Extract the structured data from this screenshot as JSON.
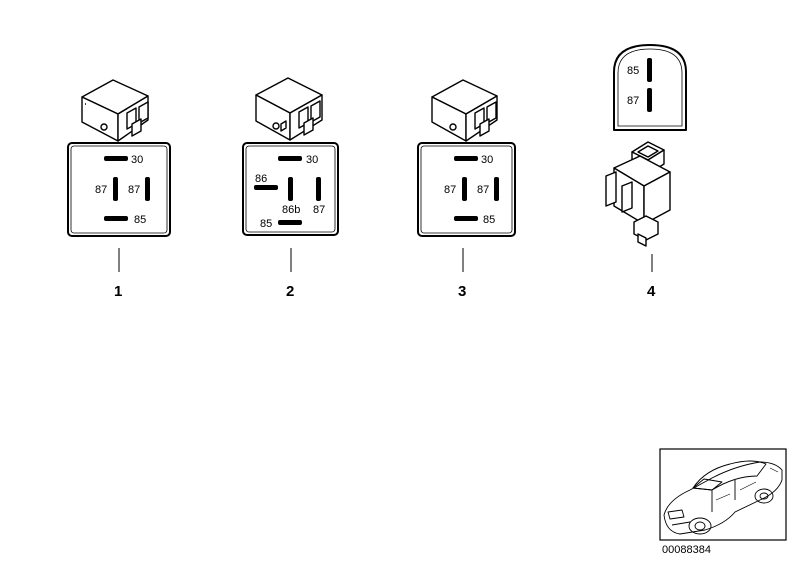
{
  "relays": [
    {
      "callout": "1",
      "pins": {
        "top": "30",
        "left": "87",
        "right": "87",
        "bottom": "85"
      }
    },
    {
      "callout": "2",
      "pins": {
        "top": "30",
        "left": "86",
        "right": "87",
        "center": "86b",
        "bottom": "85"
      }
    },
    {
      "callout": "3",
      "pins": {
        "top": "30",
        "left": "87",
        "right": "87",
        "bottom": "85"
      }
    },
    {
      "callout": "4",
      "pins": {
        "top": "85",
        "bottom": "87"
      }
    }
  ],
  "thumbnail": {
    "icon": "car-icon",
    "doc_number": "00088384"
  }
}
